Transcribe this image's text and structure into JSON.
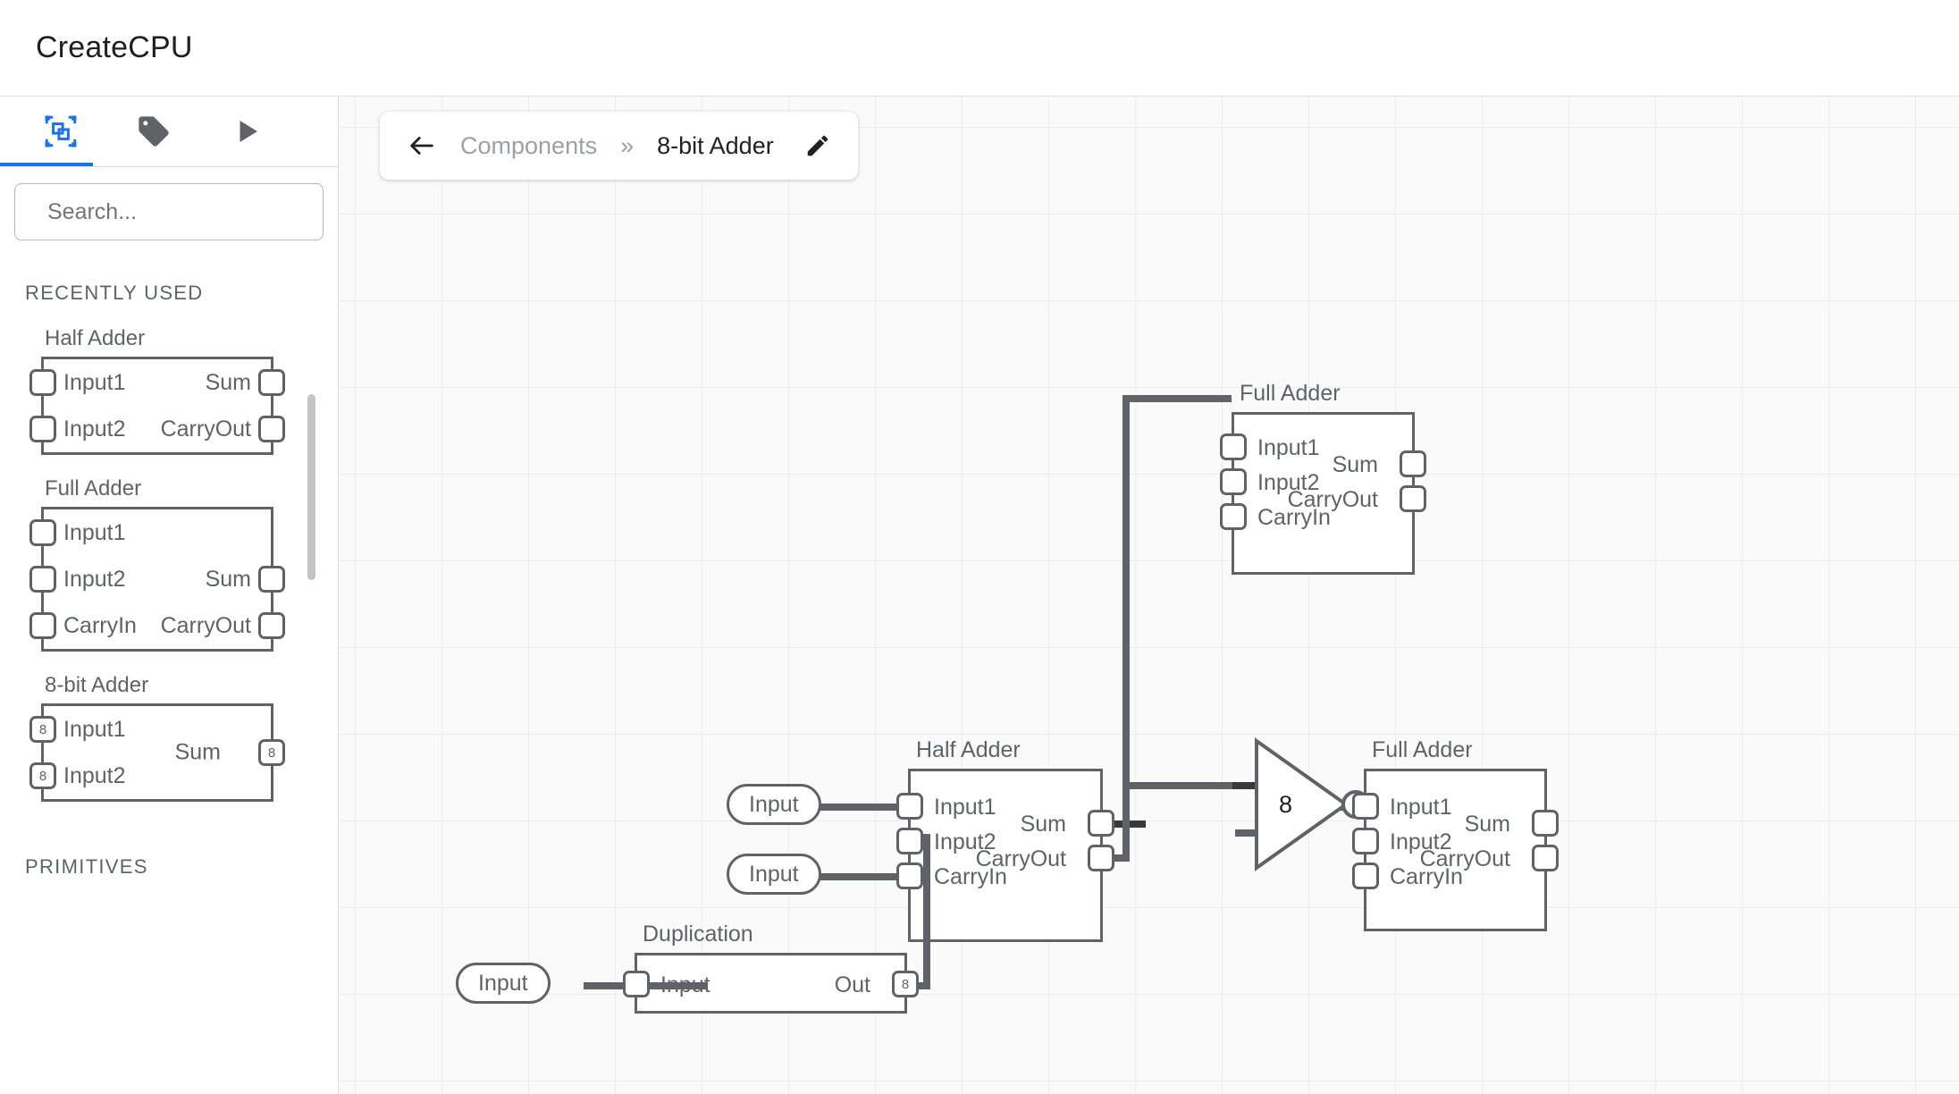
{
  "app": {
    "title": "CreateCPU"
  },
  "sidebar": {
    "tabs": [
      {
        "name": "components-tab",
        "icon": "component-icon",
        "active": true
      },
      {
        "name": "labels-tab",
        "icon": "tag-icon",
        "active": false
      },
      {
        "name": "run-tab",
        "icon": "play-icon",
        "active": false
      }
    ],
    "search": {
      "placeholder": "Search...",
      "value": "",
      "icon": "search-icon"
    },
    "sections": [
      {
        "label": "RECENTLY USED"
      },
      {
        "label": "PRIMITIVES"
      }
    ],
    "components": [
      {
        "name": "Half Adder",
        "inputs": [
          {
            "label": "Input1",
            "width": ""
          },
          {
            "label": "Input2",
            "width": ""
          }
        ],
        "outputs": [
          {
            "label": "Sum",
            "width": ""
          },
          {
            "label": "CarryOut",
            "width": ""
          }
        ]
      },
      {
        "name": "Full Adder",
        "inputs": [
          {
            "label": "Input1",
            "width": ""
          },
          {
            "label": "Input2",
            "width": ""
          },
          {
            "label": "CarryIn",
            "width": ""
          }
        ],
        "outputs": [
          {
            "label": "Sum",
            "width": ""
          },
          {
            "label": "CarryOut",
            "width": ""
          }
        ]
      },
      {
        "name": "8-bit Adder",
        "inputs": [
          {
            "label": "Input1",
            "width": "8"
          },
          {
            "label": "Input2",
            "width": "8"
          }
        ],
        "outputs": [
          {
            "label": "Sum",
            "width": "8"
          }
        ]
      }
    ]
  },
  "canvas": {
    "breadcrumb": {
      "back_icon": "back-arrow-icon",
      "parent": "Components",
      "separator": "»",
      "current": "8-bit Adder",
      "edit_icon": "pencil-icon"
    },
    "nodes": [
      {
        "id": "full-adder-top",
        "title": "Full Adder",
        "inputs": [
          "Input1",
          "Input2",
          "CarryIn"
        ],
        "outputs": [
          "Sum",
          "CarryOut"
        ]
      },
      {
        "id": "half-adder-mid",
        "title": "Half Adder",
        "inputs": [
          "Input1",
          "Input2",
          "CarryIn"
        ],
        "outputs": [
          "Sum",
          "CarryOut"
        ]
      },
      {
        "id": "full-adder-right",
        "title": "Full Adder",
        "inputs": [
          "Input1",
          "Input2",
          "CarryIn"
        ],
        "outputs": [
          "Sum",
          "CarryOut"
        ]
      },
      {
        "id": "duplication",
        "title": "Duplication",
        "inputs": [
          "Input"
        ],
        "outputs": [
          "Out"
        ],
        "out_width": "8"
      }
    ],
    "gate": {
      "id": "not-gate",
      "label": "8",
      "shape": "triangle-with-bubble"
    },
    "input_pills": [
      {
        "id": "input-pill-1",
        "label": "Input"
      },
      {
        "id": "input-pill-2",
        "label": "Input"
      },
      {
        "id": "input-pill-3",
        "label": "Input"
      }
    ]
  },
  "colors": {
    "accent": "#1a73e8",
    "stroke": "#5f6368",
    "wire": "#5f6368",
    "wire_dark": "#37393c",
    "canvas_bg": "#fafafa",
    "grid": "#ededed",
    "muted_text": "#9aa0a6"
  }
}
